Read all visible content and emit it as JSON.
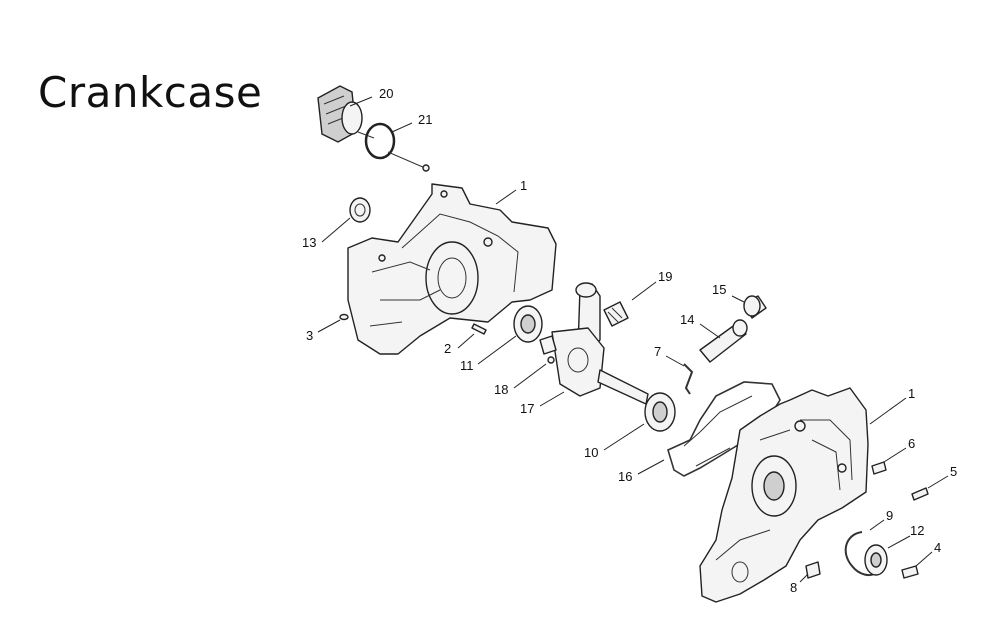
{
  "title": "Crankcase",
  "callouts": {
    "c20": "20",
    "c21": "21",
    "c1a": "1",
    "c13": "13",
    "c3": "3",
    "c2": "2",
    "c11": "11",
    "c19": "19",
    "c15": "15",
    "c14": "14",
    "c7": "7",
    "c18": "18",
    "c17": "17",
    "c10": "10",
    "c16": "16",
    "c1b": "1",
    "c6": "6",
    "c5": "5",
    "c9": "9",
    "c12": "12",
    "c4": "4",
    "c8": "8"
  }
}
